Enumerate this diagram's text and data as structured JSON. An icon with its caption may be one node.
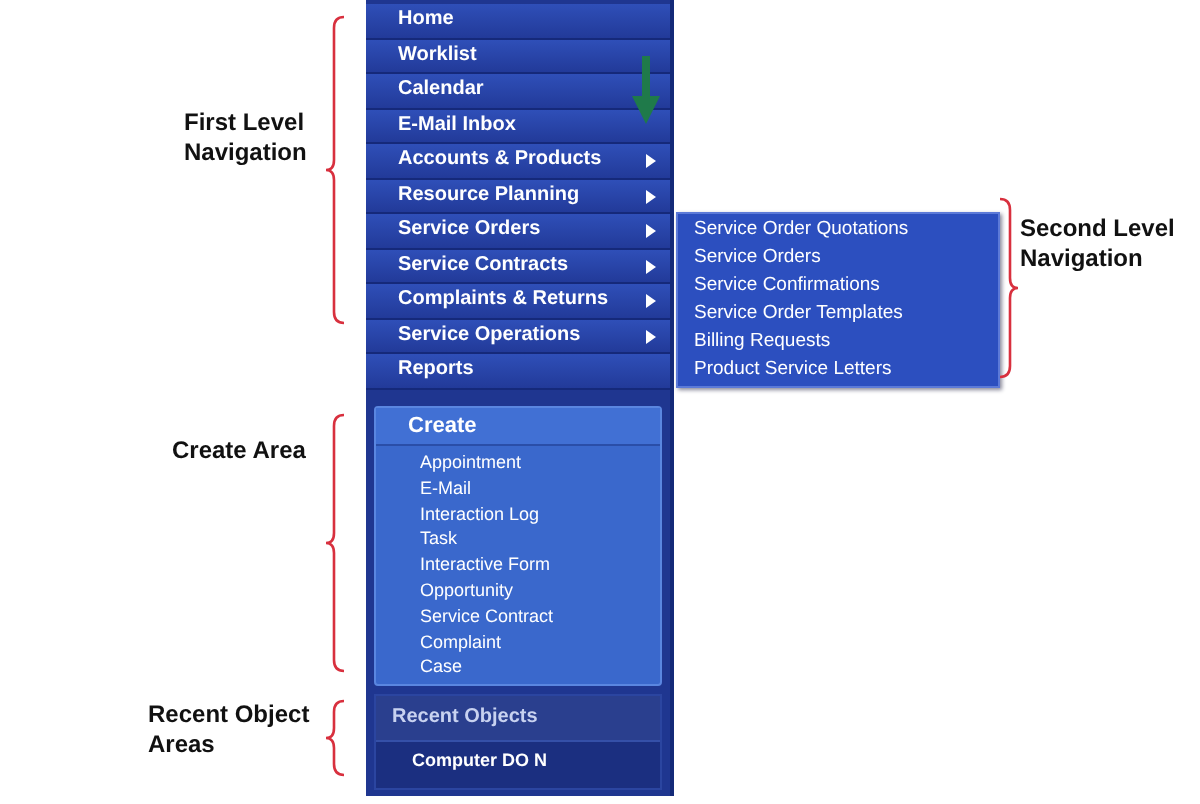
{
  "diagram": {
    "labels": [
      "First Level Navigation",
      "Home",
      "Worklist",
      "Calendar",
      "E-Mail Inbox",
      "Accounts & Products",
      "Resource Planning",
      "Service Orders",
      "Service Contracts",
      "Complaints & Returns",
      "Service Operations",
      "Reports",
      "Service Order Quotations",
      "Service Orders",
      "Service Confirmations",
      "Service Order Templates",
      "Billing Requests",
      "Product Service Letters",
      "Second Level Navigation",
      "Create Area",
      "Create",
      "Appointment",
      "E-Mail",
      "Interaction Log",
      "Task",
      "Interactive Form",
      "Opportunity",
      "Service Contract",
      "Complaint",
      "Case",
      "Recent Object Areas",
      "Recent Objects",
      "Computer DO N"
    ]
  }
}
